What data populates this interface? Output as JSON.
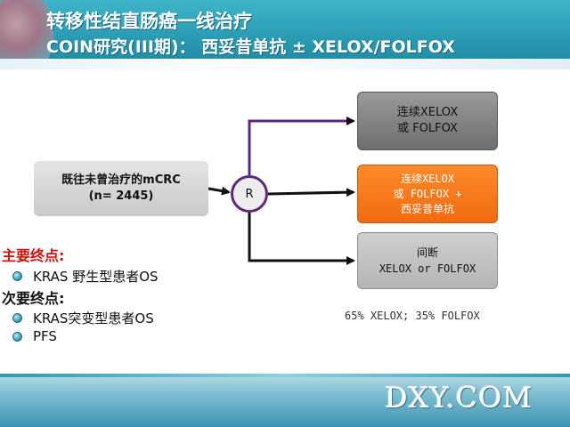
{
  "header": {
    "title_line1": "转移性结直肠癌一线治疗",
    "title_line2": "COIN研究(III期)： 西妥昔单抗 ± XELOX/FOLFOX"
  },
  "diagram": {
    "population": {
      "line1": "既往未曾治疗的mCRC",
      "line2": "(n= 2445)"
    },
    "randomize": "R",
    "arms": [
      {
        "line1": "连续XELOX",
        "line2": "或 FOLFOX"
      },
      {
        "line1": "连续XELOX",
        "line2": "或 FOLFOX +",
        "line3": "西妥昔单抗"
      },
      {
        "line1": "间断",
        "line2": "XELOX or FOLFOX"
      }
    ],
    "note": "65% XELOX; 35% FOLFOX"
  },
  "endpoints": {
    "primary_heading": "主要终点:",
    "primary_items": [
      "KRAS 野生型患者OS"
    ],
    "secondary_heading": "次要终点:",
    "secondary_items": [
      "KRAS突变型患者OS",
      "PFS"
    ]
  },
  "footer": {
    "watermark": "DXY.COM"
  },
  "colors": {
    "header": "#2a9bb4",
    "arm_highlight": "#f06a10",
    "primary_heading": "#cc1111",
    "connector": "#5a2a7d"
  }
}
